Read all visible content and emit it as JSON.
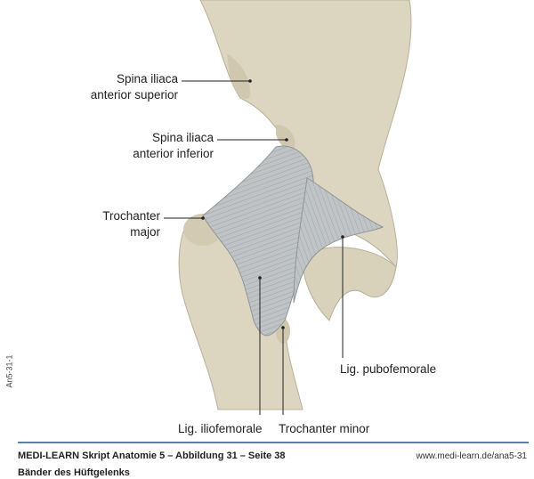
{
  "figure_id": "An5-31-1",
  "labels": {
    "spina_sup_1": "Spina iliaca",
    "spina_sup_2": "anterior superior",
    "spina_inf_1": "Spina iliaca",
    "spina_inf_2": "anterior inferior",
    "troch_major_1": "Trochanter",
    "troch_major_2": "major",
    "pubofemorale": "Lig. pubofemorale",
    "iliofemorale": "Lig. iliofemorale",
    "troch_minor": "Trochanter minor"
  },
  "footer": {
    "source": "MEDI-LEARN Skript Anatomie 5 – Abbildung 31 – Seite 38",
    "caption": "Bänder des Hüftgelenks",
    "url": "www.medi-learn.de/ana5-31"
  },
  "colors": {
    "rule": "#5b7fb0",
    "bone": "#dcd6c0",
    "ligament": "#b9bdc0"
  }
}
